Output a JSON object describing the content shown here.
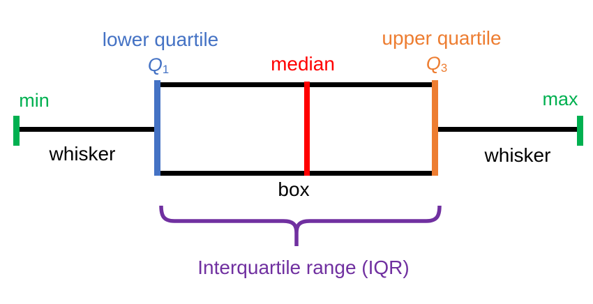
{
  "labels": {
    "lower_quartile": "lower quartile",
    "q1_letter": "Q",
    "q1_sub": "1",
    "median": "median",
    "upper_quartile": "upper quartile",
    "q3_letter": "Q",
    "q3_sub": "3",
    "min": "min",
    "max": "max",
    "whisker_left": "whisker",
    "whisker_right": "whisker",
    "box": "box",
    "iqr": "Interquartile range (IQR)"
  },
  "colors": {
    "quartile_blue": "#4472C4",
    "median_red": "#FF0000",
    "quartile_orange": "#ED7D31",
    "extreme_green": "#00B050",
    "iqr_purple": "#7030A0",
    "line_black": "#000000",
    "background": "#FFFFFF"
  }
}
